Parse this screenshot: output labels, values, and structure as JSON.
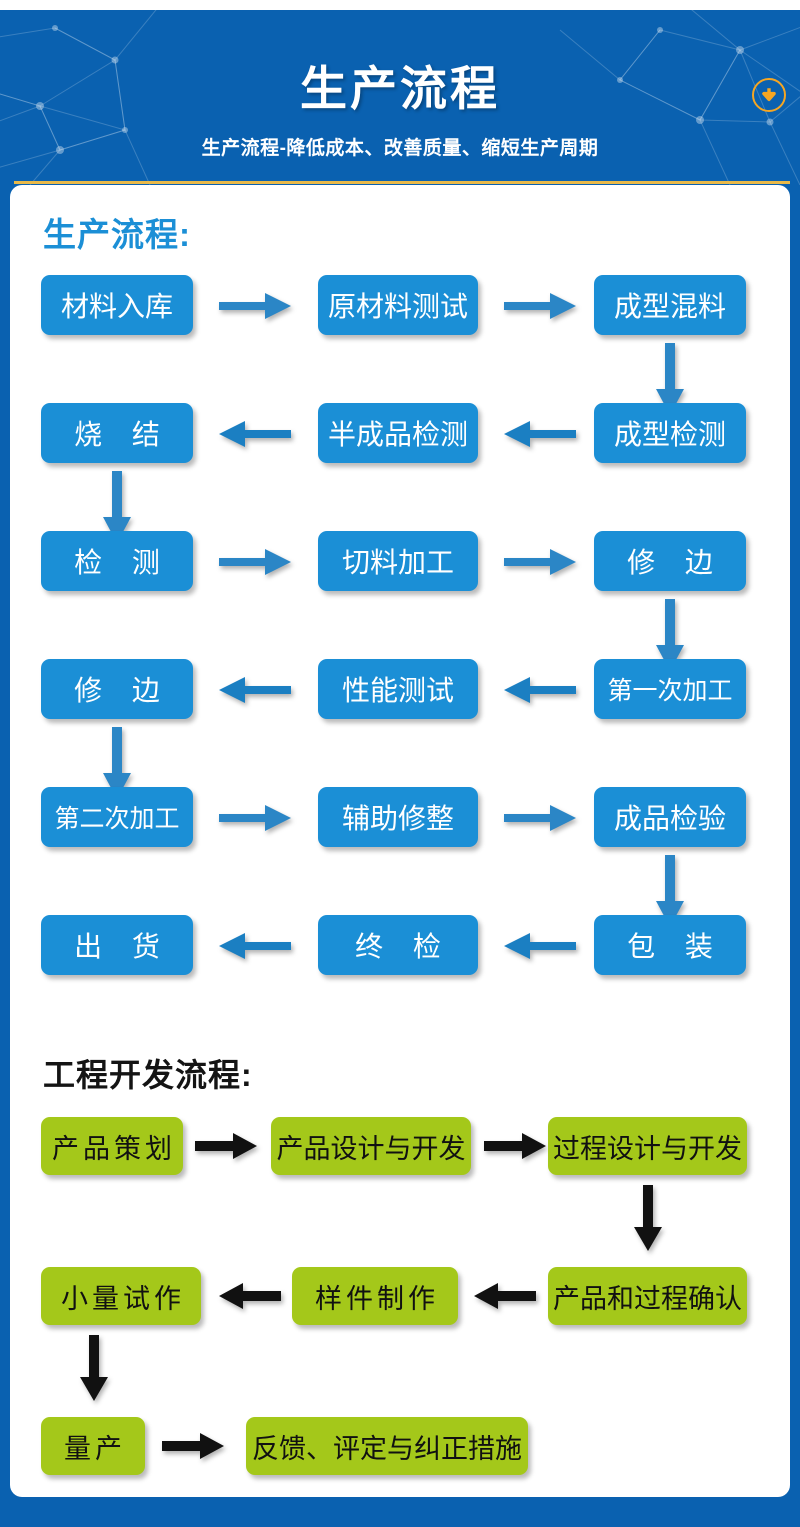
{
  "banner": {
    "title": "生产流程",
    "subtitle": "生产流程-降低成本、改善质量、缩短生产周期",
    "download_icon": "download-circle-icon",
    "bg_color": "#0a61b0",
    "rule_color": "#e9b949",
    "icon_color": "#f5a623"
  },
  "sections": [
    {
      "heading": "生产流程:",
      "heading_color": "#1b8fd6",
      "box_color": "#1b8fd6",
      "text_color": "#ffffff",
      "arrow_color": "#1b8fd6",
      "boxes": [
        "材料入库",
        "原材料测试",
        "成型混料",
        "成型检测",
        "半成品检测",
        "烧 结",
        "检 测",
        "切料加工",
        "修 边",
        "第一次加工",
        "性能测试",
        "修 边",
        "第二次加工",
        "辅助修整",
        "成品检验",
        "包 装",
        "终 检",
        "出 货"
      ]
    },
    {
      "heading": "工程开发流程:",
      "heading_color": "#141414",
      "box_color": "#a4c81a",
      "text_color": "#111111",
      "arrow_color": "#111111",
      "boxes": [
        "产品策划",
        "产品设计与开发",
        "过程设计与开发",
        "产品和过程确认",
        "样件制作",
        "小量试作",
        "量产",
        "反馈、评定与纠正措施"
      ]
    }
  ]
}
